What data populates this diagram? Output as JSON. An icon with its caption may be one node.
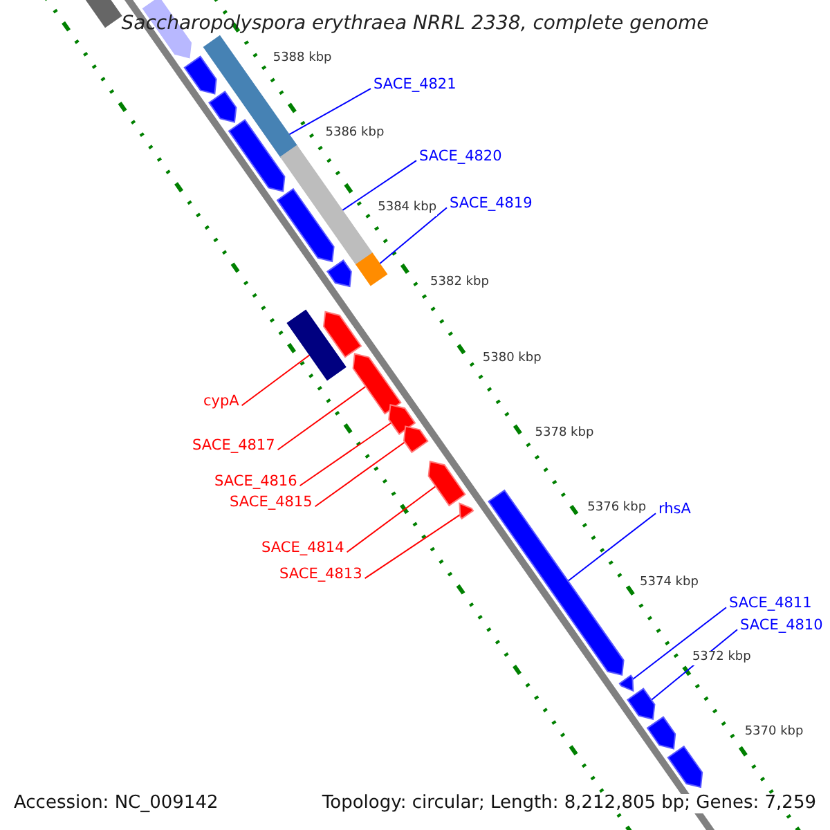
{
  "diagram": {
    "title": "Saccharopolyspora erythraea NRRL 2338, complete genome",
    "nodes": [
      {
        "text": [
          "SACE_4821"
        ]
      },
      {
        "text": [
          "SACE_4820"
        ]
      },
      {
        "text": [
          "SACE_4819"
        ]
      },
      {
        "text": [
          "cypA"
        ]
      },
      {
        "text": [
          "SACE_4817"
        ]
      },
      {
        "text": [
          "SACE_4816"
        ]
      },
      {
        "text": [
          "SACE_4815"
        ]
      },
      {
        "text": [
          "SACE_4814"
        ]
      },
      {
        "text": [
          "SACE_4813"
        ]
      },
      {
        "text": [
          "rhsA"
        ]
      },
      {
        "text": [
          "SACE_4811"
        ]
      },
      {
        "text": [
          "SACE_4810"
        ]
      },
      {
        "text": [],
        "shape": "box"
      },
      {
        "text": [],
        "shape": "box"
      },
      {
        "text": [],
        "shape": "box"
      },
      {
        "text": [],
        "shape": "box"
      },
      {
        "text": [],
        "shape": "box"
      },
      {
        "text": [],
        "shape": "box"
      },
      {
        "text": [],
        "shape": "box"
      },
      {
        "text": [],
        "shape": "box"
      },
      {
        "text": [],
        "shape": "box"
      },
      {
        "text": [],
        "shape": "box"
      },
      {
        "text": [],
        "shape": "box"
      },
      {
        "text": [],
        "shape": "box"
      },
      {
        "text": [],
        "shape": "box"
      },
      {
        "text": [],
        "shape": "box"
      },
      {
        "text": [],
        "shape": "box"
      },
      {
        "text": [],
        "shape": "box"
      },
      {
        "text": [],
        "shape": "box"
      },
      {
        "text": [],
        "shape": "box"
      },
      {
        "text": [],
        "shape": "box"
      },
      {
        "text": [],
        "shape": "box"
      },
      {
        "text": [],
        "shape": "box"
      },
      {
        "text": [],
        "shape": "box"
      }
    ],
    "edges": [
      {
        "from": 0,
        "to": 12,
        "arrow": "none",
        "color": "#0000ff"
      },
      {
        "from": 1,
        "to": 18,
        "arrow": "none",
        "color": "#0000ff"
      },
      {
        "from": 2,
        "to": 21,
        "arrow": "none",
        "color": "#0000ff"
      },
      {
        "from": 3,
        "to": 22,
        "arrow": "none",
        "color": "#ff0000"
      },
      {
        "from": 4,
        "to": 24,
        "arrow": "none",
        "color": "#ff0000"
      },
      {
        "from": 5,
        "to": 25,
        "arrow": "none",
        "color": "#ff0000"
      },
      {
        "from": 6,
        "to": 26,
        "arrow": "none",
        "color": "#ff0000"
      },
      {
        "from": 7,
        "to": 27,
        "arrow": "none",
        "color": "#ff0000"
      },
      {
        "from": 8,
        "to": 28,
        "arrow": "none",
        "color": "#ff0000"
      },
      {
        "from": 9,
        "to": 29,
        "arrow": "none",
        "color": "#0000ff"
      },
      {
        "from": 10,
        "to": 30,
        "arrow": "none",
        "color": "#0000ff"
      },
      {
        "from": 11,
        "to": 31,
        "arrow": "none",
        "color": "#0000ff"
      }
    ],
    "labels": [
      "5388 kbp",
      "5386 kbp",
      "5384 kbp",
      "5382 kbp",
      "5380 kbp",
      "5378 kbp",
      "5376 kbp",
      "5374 kbp",
      "5372 kbp",
      "5370 kbp",
      "Accession: NC_009142",
      "Topology: circular; Length: 8,212,805 bp; Genes: 7,259"
    ]
  }
}
